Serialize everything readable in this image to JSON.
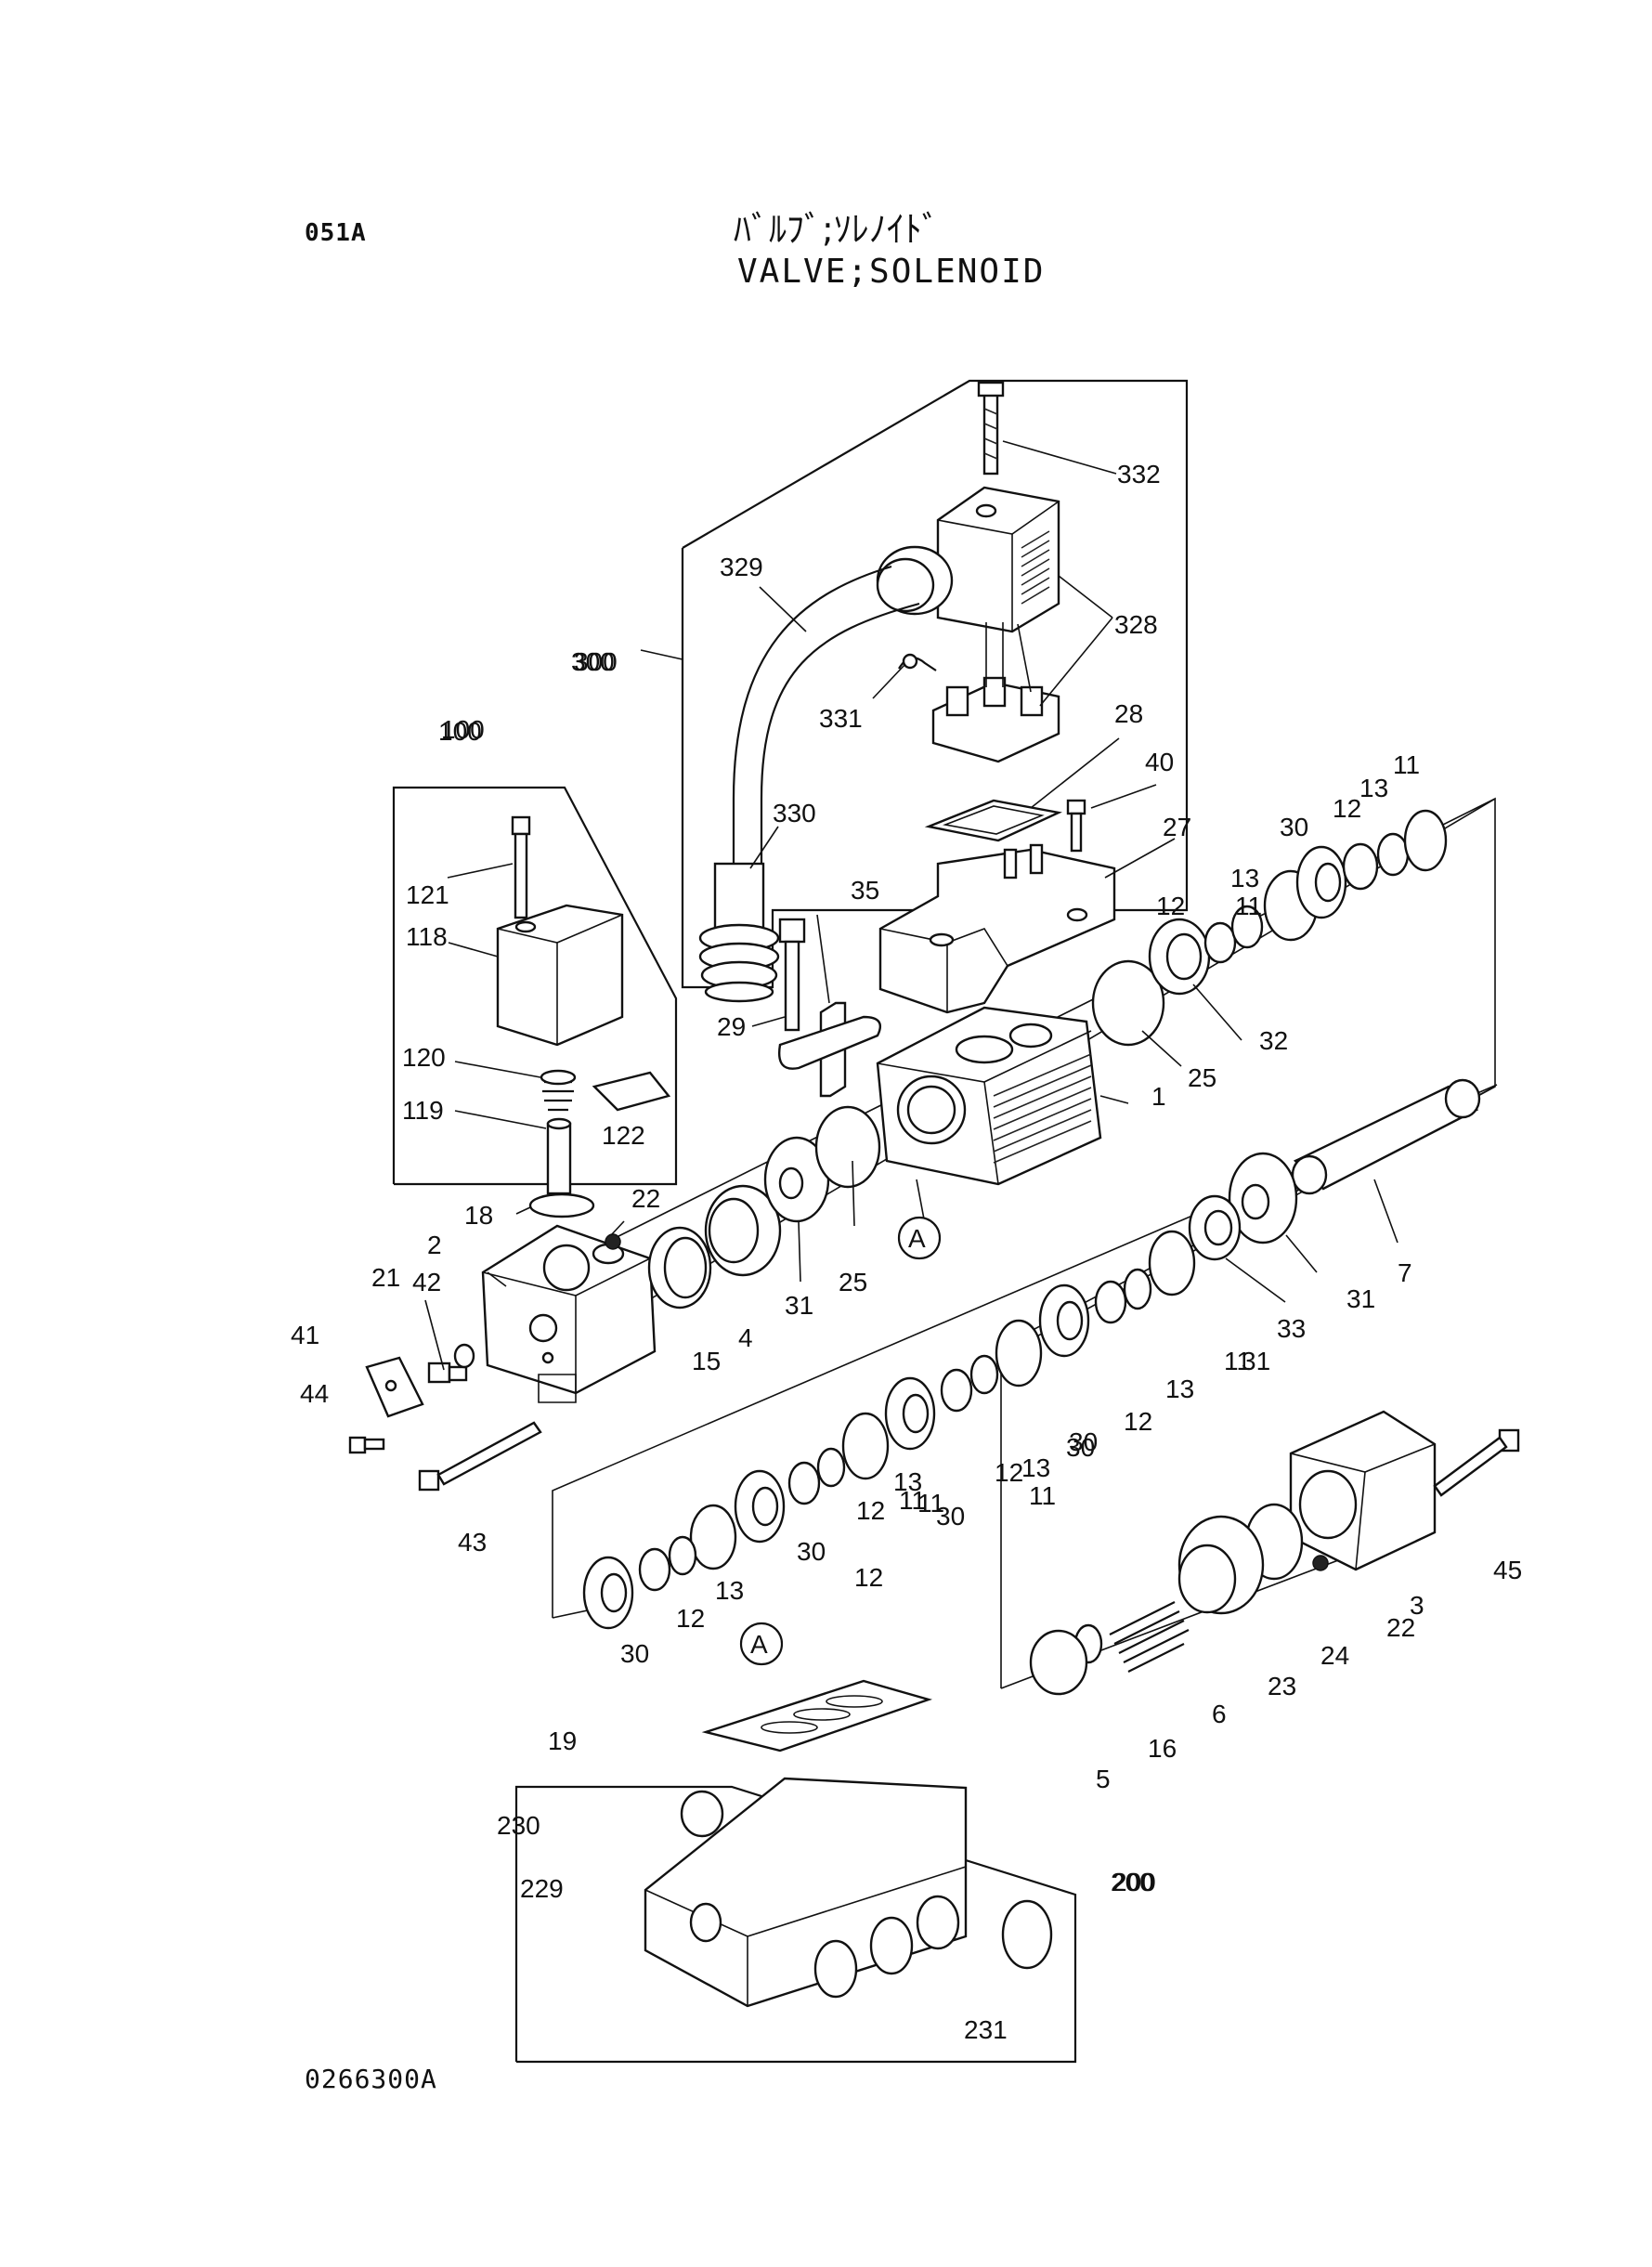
{
  "header": {
    "page_code": "051A",
    "title_jp": "ﾊﾞﾙﾌﾞ;ｿﾚﾉｲﾄﾞ",
    "title_en": "VALVE;SOLENOID"
  },
  "footer": {
    "drawing_code": "0266300A"
  },
  "groups": [
    {
      "id": "group-300",
      "label": "300"
    },
    {
      "id": "group-100",
      "label": "100"
    },
    {
      "id": "group-200",
      "label": "200"
    }
  ],
  "callouts": [
    "332",
    "329",
    "328",
    "300",
    "331",
    "28",
    "40",
    "27",
    "11",
    "13",
    "12",
    "30",
    "13",
    "11",
    "100",
    "330",
    "35",
    "121",
    "118",
    "12",
    "29",
    "32",
    "25",
    "120",
    "1",
    "119",
    "122",
    "22",
    "18",
    "31",
    "25",
    "A",
    "2",
    "7",
    "21",
    "42",
    "15",
    "4",
    "31",
    "33",
    "31",
    "41",
    "13",
    "11",
    "12",
    "30",
    "44",
    "13",
    "11",
    "12",
    "30",
    "30",
    "12",
    "43",
    "11",
    "30",
    "13",
    "11",
    "12",
    "13",
    "12",
    "30",
    "45",
    "22",
    "3",
    "A",
    "23",
    "24",
    "6",
    "16",
    "5",
    "19",
    "230",
    "200",
    "229",
    "231"
  ]
}
